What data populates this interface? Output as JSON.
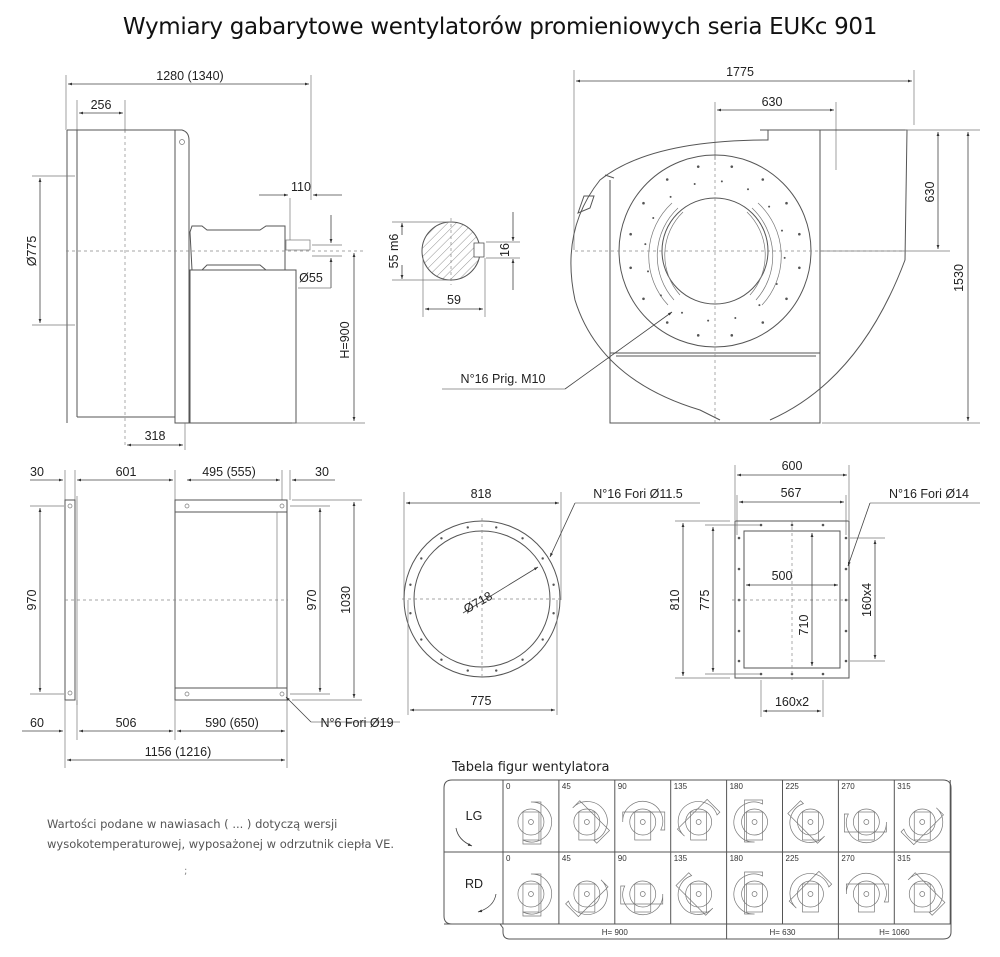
{
  "title": "Wymiary gabarytowe wentylatorów promieniowych seria EUKc 901",
  "side_view": {
    "overall_length": "1280  (1340)",
    "inlet_depth": "256",
    "inlet_diameter": "Ø775",
    "shaft_length": "110",
    "shaft_diameter": "Ø55",
    "shaft_height": "H=900",
    "base_offset": "318"
  },
  "shaft_section": {
    "diameter": "55  m6",
    "key_width": "16",
    "key_depth": "59"
  },
  "front_view": {
    "overall_width": "1775",
    "outlet_offset": "630",
    "outlet_height": "630",
    "overall_height": "1530",
    "callout": "N°16  Prig.  M10"
  },
  "base_view": {
    "top_dims": [
      "30",
      "601",
      "495  (555)",
      "30"
    ],
    "left_height": "970",
    "right_inner_height": "970",
    "right_outer_height": "1030",
    "bottom_dims": [
      "60",
      "506",
      "590  (650)"
    ],
    "bottom_total": "1156  (1216)",
    "callout": "N°6  Fori  Ø19"
  },
  "inlet_flange": {
    "outer": "818",
    "bolt_circle": "Ø718",
    "inner": "775",
    "callout": "N°16  Fori  Ø11.5"
  },
  "outlet_flange": {
    "outer_width": "600",
    "bolt_width": "567",
    "inner_width": "500",
    "outer_height": "810",
    "bolt_height": "775",
    "inner_height": "710",
    "bolt_pitch_v": "160x4",
    "bolt_pitch_h": "160x2",
    "callout": "N°16  Fori  Ø14"
  },
  "note": {
    "line1": "Wartości podane w nawiasach ( ... ) dotyczą wersji",
    "line2": "wysokotemperaturowej, wyposażonej w odrzutnik ciepła VE.",
    "mark": ";"
  },
  "figure_table": {
    "title": "Tabela figur wentylatora",
    "rows": [
      {
        "label": "LG",
        "rotation": "counterclockwise"
      },
      {
        "label": "RD",
        "rotation": "clockwise"
      }
    ],
    "angles": [
      "0",
      "45",
      "90",
      "135",
      "180",
      "225",
      "270",
      "315"
    ],
    "groups": [
      {
        "label": "H= 900",
        "span": 4
      },
      {
        "label": "H= 630",
        "span": 2
      },
      {
        "label": "H= 1060",
        "span": 2
      }
    ]
  }
}
